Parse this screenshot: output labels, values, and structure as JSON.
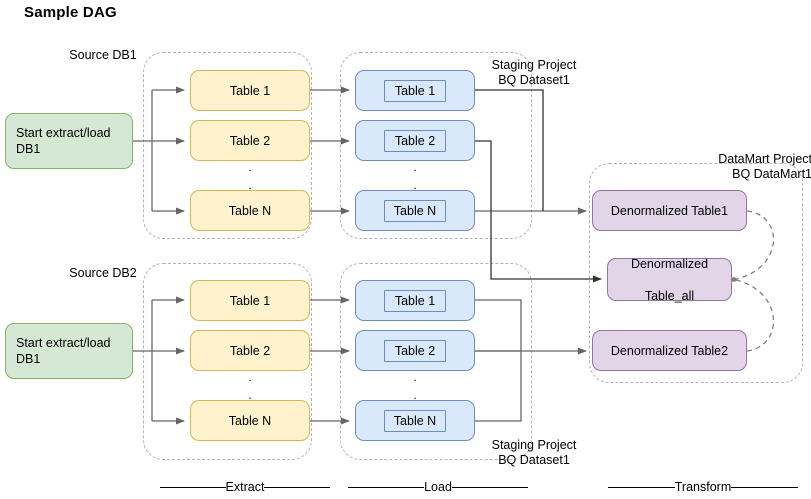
{
  "title": "Sample DAG",
  "source_labels": {
    "db1": "Source DB1",
    "db2": "Source DB2"
  },
  "start_nodes": [
    {
      "id": "start-db1",
      "label": "Start extract/load\nDB1"
    },
    {
      "id": "start-db2",
      "label": "Start extract/load\nDB1"
    }
  ],
  "extract_groups": [
    {
      "id": "extract-group-1",
      "tables": [
        "Table 1",
        "Table 2",
        "Table N"
      ],
      "ellipsis": "."
    },
    {
      "id": "extract-group-2",
      "tables": [
        "Table 1",
        "Table 2",
        "Table N"
      ],
      "ellipsis": "."
    }
  ],
  "load_groups": [
    {
      "id": "load-group-1",
      "caption": "Staging Project\nBQ Dataset1",
      "tables": [
        "Table 1",
        "Table 2",
        "Table N"
      ],
      "ellipsis": "."
    },
    {
      "id": "load-group-2",
      "caption": "Staging Project\nBQ Dataset1",
      "tables": [
        "Table 1",
        "Table 2",
        "Table N"
      ],
      "ellipsis": "."
    }
  ],
  "transform_group": {
    "id": "transform-group",
    "caption": "DataMart Project\nBQ DataMart1",
    "tables": [
      {
        "id": "denorm-table1",
        "label": "Denormalized Table1"
      },
      {
        "id": "denorm-table-all",
        "label": "Denormalized\n\nTable_all"
      },
      {
        "id": "denorm-table2",
        "label": "Denormalized Table2"
      }
    ]
  },
  "phases": [
    {
      "id": "phase-extract",
      "label": "Extract"
    },
    {
      "id": "phase-load",
      "label": "Load"
    },
    {
      "id": "phase-transform",
      "label": "Transform"
    }
  ],
  "colors": {
    "green_fill": "#d5e8d4",
    "green_stroke": "#82b366",
    "yellow_fill": "#fff2cc",
    "yellow_stroke": "#d6b656",
    "blue_fill": "#dae8fc",
    "blue_stroke": "#6c8ebf",
    "purple_fill": "#e1d5e7",
    "purple_stroke": "#9673a6",
    "edge": "#666666",
    "edge_dark": "#333333",
    "group_dash": "#b3b3b3"
  }
}
